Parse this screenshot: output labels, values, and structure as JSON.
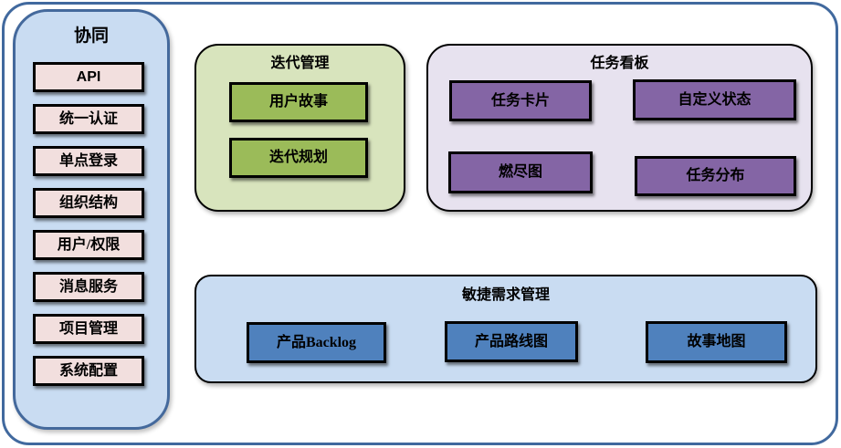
{
  "colors": {
    "frame_border": "#41699E",
    "sidebar_fill": "#C9DCF2",
    "sidebar_border": "#44699C",
    "sidebar_item_fill": "#F2DFDE",
    "iteration_panel_fill": "#D8E4BD",
    "iteration_item_fill": "#9BBB59",
    "taskboard_panel_fill": "#E7E2EF",
    "taskboard_item_fill": "#8465A5",
    "agile_panel_fill": "#C9DCF2",
    "agile_item_fill": "#4F81BD",
    "item_border": "#000000",
    "text": "#000000"
  },
  "sidebar": {
    "title": "协同",
    "items": [
      "API",
      "统一认证",
      "单点登录",
      "组织结构",
      "用户/权限",
      "消息服务",
      "项目管理",
      "系统配置"
    ]
  },
  "panels": {
    "iteration": {
      "title": "迭代管理",
      "items": [
        "用户故事",
        "迭代规划"
      ]
    },
    "taskboard": {
      "title": "任务看板",
      "items": [
        "任务卡片",
        "自定义状态",
        "燃尽图",
        "任务分布"
      ]
    },
    "agile": {
      "title": "敏捷需求管理",
      "items": [
        "产品Backlog",
        "产品路线图",
        "故事地图"
      ]
    }
  }
}
